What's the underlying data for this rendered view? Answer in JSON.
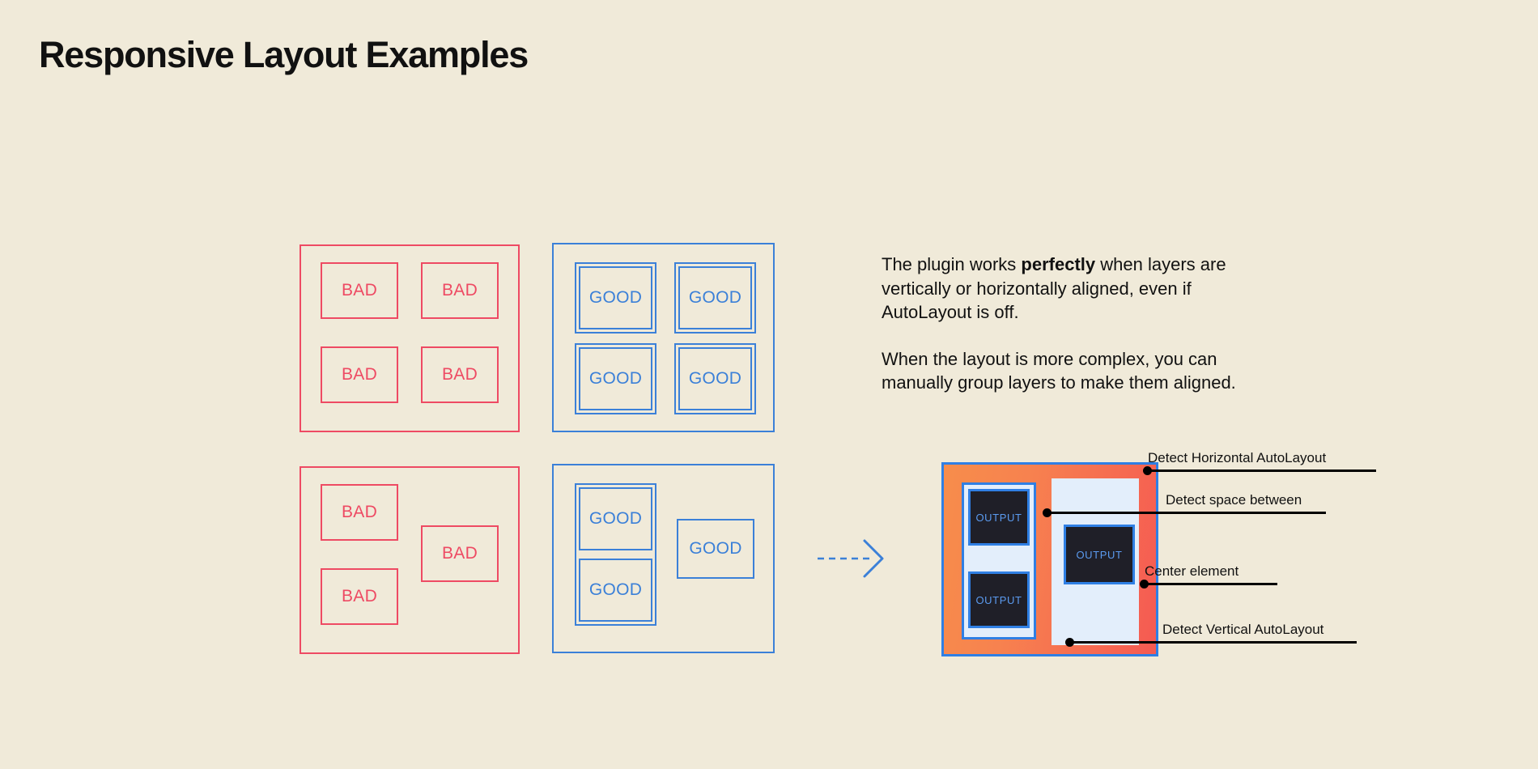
{
  "page": {
    "title": "Responsive Layout Examples",
    "background_color": "#f0ead9",
    "bad_color": "#ee4a63",
    "good_color": "#3b80d8",
    "orange_color": "#f78d4b",
    "red_orange_color": "#f55a52",
    "panel_light_blue": "#e3eefb",
    "output_box_color": "#1f1f28",
    "output_text_color": "#5b9bf0",
    "text_color": "#111111"
  },
  "examples": {
    "bad_grid": {
      "label": "BAD",
      "cells": [
        "BAD",
        "BAD",
        "BAD",
        "BAD"
      ]
    },
    "good_grid": {
      "label": "GOOD",
      "cells": [
        "GOOD",
        "GOOD",
        "GOOD",
        "GOOD"
      ]
    },
    "bad_complex": {
      "label": "BAD",
      "cells": [
        "BAD",
        "BAD",
        "BAD"
      ]
    },
    "good_complex": {
      "label": "GOOD",
      "cells": [
        "GOOD",
        "GOOD",
        "GOOD"
      ]
    }
  },
  "description": {
    "paragraph_1_part_1": "The plugin works ",
    "paragraph_1_bold": "perfectly",
    "paragraph_1_part_2": " when layers are vertically or horizontally aligned, even if AutoLayout is off.",
    "paragraph_2": "When the layout is more complex, you can manually group layers to make them aligned."
  },
  "output_panel": {
    "boxes": [
      "OUTPUT",
      "OUTPUT",
      "OUTPUT"
    ],
    "annotations": [
      {
        "label": "Detect Horizontal AutoLayout"
      },
      {
        "label": "Detect space between"
      },
      {
        "label": "Center element"
      },
      {
        "label": "Detect Vertical AutoLayout"
      }
    ]
  },
  "arrow": {
    "icon": "dashed-arrow-right-icon",
    "color": "#3b80d8"
  }
}
